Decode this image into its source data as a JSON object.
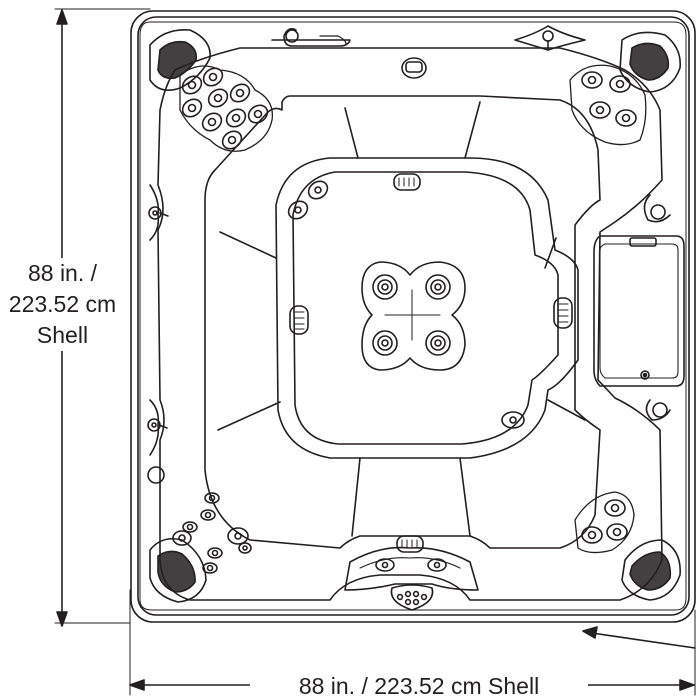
{
  "dimensions": {
    "height_line1": "88 in. /",
    "height_line2": "223.52 cm",
    "height_line3": "Shell",
    "width": "88 in. / 223.52 cm Shell"
  },
  "colors": {
    "stroke": "#231f20",
    "background": "#ffffff"
  }
}
